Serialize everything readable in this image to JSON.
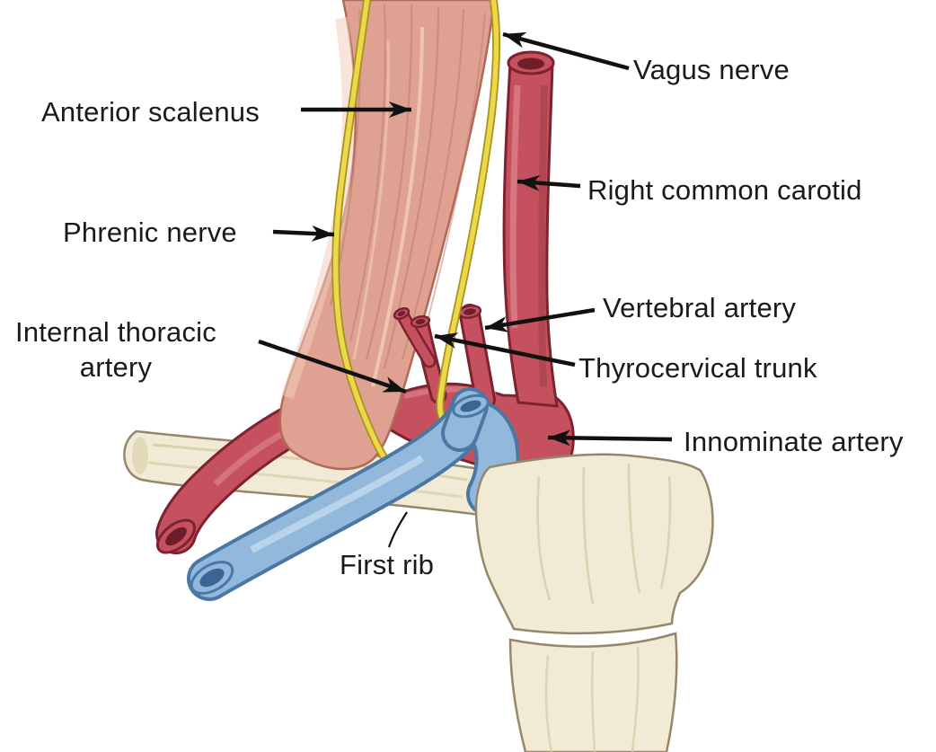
{
  "figure": {
    "title": "Anatomy diagram of scalene muscle, nerves and great vessels over the first rib",
    "labels": {
      "vagus_nerve": "Vagus nerve",
      "anterior_scalenus": "Anterior scalenus",
      "right_common_carotid": "Right common carotid",
      "phrenic_nerve": "Phrenic nerve",
      "vertebral_artery": "Vertebral artery",
      "internal_thoracic_line1": "Internal thoracic",
      "internal_thoracic_line2": "artery",
      "thyrocervical_trunk": "Thyrocervical trunk",
      "innominate_artery": "Innominate artery",
      "first_rib": "First rib"
    },
    "colors": {
      "page_bg": "#ffffff",
      "label_text": "#1a1a1a",
      "arrow": "#111111",
      "muscle": "#dfa191",
      "muscle_outline": "#b06a57",
      "muscle_shade": "#c07e6b",
      "muscle_highlight": "#f3cdbc",
      "artery": "#c5515f",
      "artery_outline": "#7c2230",
      "artery_shade": "#9e3a46",
      "artery_highlight": "#e08b90",
      "artery_lumen": "#6e1e2a",
      "vein": "#92b9dc",
      "vein_outline": "#4a77a4",
      "vein_highlight": "#cadff0",
      "vein_lumen": "#3a6594",
      "nerve": "#ecd84a",
      "nerve_outline": "#a6921f",
      "bone": "#f1ead4",
      "bone_outline": "#97876a",
      "bone_shade": "#d9cda9"
    }
  }
}
